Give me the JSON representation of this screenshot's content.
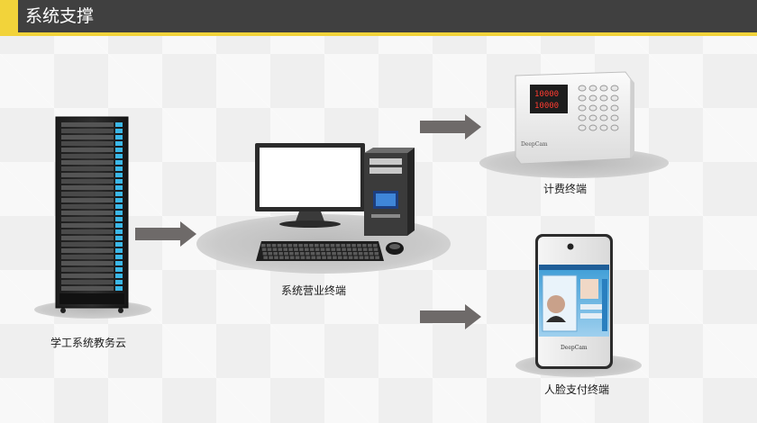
{
  "header": {
    "title": "系统支撑"
  },
  "nodes": {
    "cloud": {
      "label": "学工系统教务云"
    },
    "terminal": {
      "label": "系统营业终端"
    },
    "billing": {
      "label": "计费终端",
      "display_line1": "10000",
      "display_line2": "10000",
      "brand": "DeepCam"
    },
    "face_pay": {
      "label": "人脸支付终端",
      "brand": "DeepCam"
    }
  },
  "colors": {
    "accent": "#f2d33a",
    "header": "#404040",
    "arrow": "#6e6a69"
  }
}
